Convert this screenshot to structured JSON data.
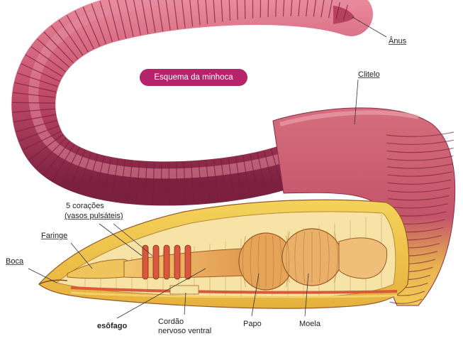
{
  "title": "Esquema da minhoca",
  "labels": {
    "anus": "Ânus",
    "clitelo": "Clitelo",
    "coracoes_1": "5 corações",
    "coracoes_2": "(vasos pulsáteis)",
    "faringe": "Faringe",
    "boca": "Boca",
    "esofago": "esôfago",
    "cordao_1": "Cordão",
    "cordao_2": "nervoso ventral",
    "papo": "Papo",
    "moela": "Moela"
  },
  "colors": {
    "body": "#c04a68",
    "body_light": "#e07a8c",
    "body_dark": "#7a1e3c",
    "clitellum": "#d97072",
    "yellow": "#f2c64a",
    "gut": "#e9a457",
    "heart": "#d8573f",
    "pill": "#b5246a"
  }
}
